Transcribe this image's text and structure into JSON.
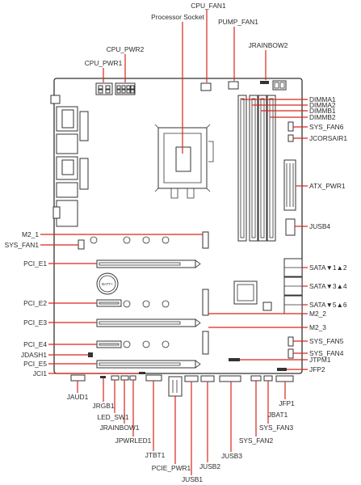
{
  "labels": {
    "cpu_fan1": "CPU_FAN1",
    "processor_socket": "Processor Socket",
    "pump_fan1": "PUMP_FAN1",
    "cpu_pwr2": "CPU_PWR2",
    "jrainbow2": "JRAINBOW2",
    "cpu_pwr1": "CPU_PWR1",
    "dimma1": "DIMMA1",
    "dimma2": "DIMMA2",
    "dimmb1": "DIMMB1",
    "dimmb2": "DIMMB2",
    "sys_fan6": "SYS_FAN6",
    "jcorsair1": "JCORSAIR1",
    "atx_pwr1": "ATX_PWR1",
    "jusb4": "JUSB4",
    "m2_1": "M2_1",
    "sys_fan1": "SYS_FAN1",
    "pci_e1": "PCI_E1",
    "sata12": "SATA▼1▲2",
    "sata34": "SATA▼3▲4",
    "sata56": "SATA▼5▲6",
    "pci_e2": "PCI_E2",
    "m2_2": "M2_2",
    "pci_e3": "PCI_E3",
    "m2_3": "M2_3",
    "sys_fan5": "SYS_FAN5",
    "pci_e4": "PCI_E4",
    "sys_fan4": "SYS_FAN4",
    "jdash1": "JDASH1",
    "jtpm1": "JTPM1",
    "pci_e5": "PCI_E5",
    "jfp2": "JFP2",
    "jci1": "JCI1",
    "jaud1": "JAUD1",
    "jrgb1": "JRGB1",
    "jfp1": "JFP1",
    "jbat1": "JBAT1",
    "led_sw1": "LED_SW1",
    "sys_fan3": "SYS_FAN3",
    "jrainbow1": "JRAINBOW1",
    "jpwrled1": "JPWRLED1",
    "sys_fan2": "SYS_FAN2",
    "jtbt1": "JTBT1",
    "pcie_pwr1": "PCIE_PWR1",
    "jusb2": "JUSB2",
    "jusb3": "JUSB3",
    "jusb1": "JUSB1",
    "batt": "BATT+"
  },
  "colors": {
    "leader": "#d9261c",
    "outline": "#333333",
    "text": "#2b2b2b"
  }
}
